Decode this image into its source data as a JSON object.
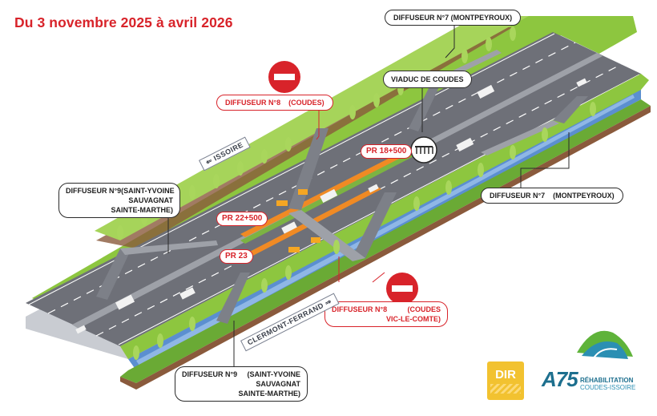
{
  "title": "Du 3 novembre 2025 à avril 2026",
  "colors": {
    "accent_red": "#d8232a",
    "grass": "#8dc63f",
    "asphalt": "#6e7078",
    "water": "#5b8fd0",
    "soil": "#8a5a3c"
  },
  "callouts": {
    "diff7_top": "DIFFUSEUR N°7  (MONTPEYROUX)",
    "viaduc": "VIADUC DE COUDES",
    "diff8_top_name": "DIFFUSEUR N°8",
    "diff8_top_place": "(COUDES)",
    "diff9_left_line1_a": "DIFFUSEUR N°9",
    "diff9_left_line1_b": "(SAINT-YVOINE",
    "diff9_left_line2": "SAUVAGNAT",
    "diff9_left_line3": "SAINTE-MARTHE)",
    "diff7_right_name": "DIFFUSEUR N°7",
    "diff7_right_place": "(MONTPEYROUX)",
    "diff8_bottom_name": "DIFFUSEUR N°8",
    "diff8_bottom_place1": "(COUDES",
    "diff8_bottom_place2": "VIC-LE-COMTE)",
    "diff9_bottom_line1_a": "DIFFUSEUR N°9",
    "diff9_bottom_line1_b": "(SAINT-YVOINE",
    "diff9_bottom_line2": "SAUVAGNAT",
    "diff9_bottom_line3": "SAINTE-MARTHE)"
  },
  "markers": {
    "pr_18_500": "PR 18+500",
    "pr_22_500": "PR 22+500",
    "pr_23": "PR 23"
  },
  "directions": {
    "issoire": "⇐  ISSOIRE",
    "clermont": "CLERMONT-FERRAND  ⇒"
  },
  "icons": {
    "no_entry": "no-entry-icon",
    "bridge": "bridge-icon"
  },
  "logos": {
    "dir": "DIR",
    "a75": "A75",
    "rehab": "RÉHABILITATION",
    "rehab_sub": "COUDES-ISSOIRE"
  }
}
